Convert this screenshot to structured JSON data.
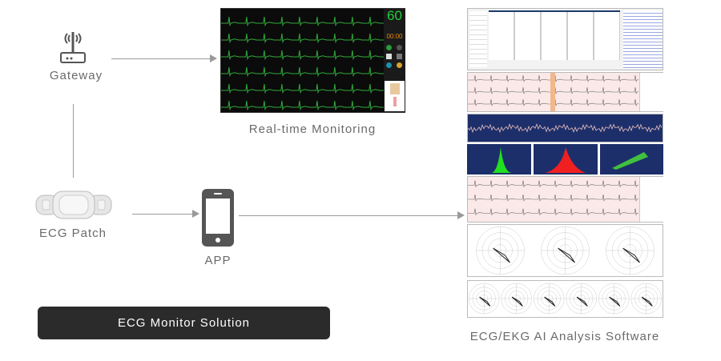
{
  "nodes": {
    "gateway": "Gateway",
    "ecg_patch": "ECG Patch",
    "app": "APP",
    "realtime": "Real-time Monitoring",
    "analysis": "ECG/EKG AI Analysis Software"
  },
  "monitor": {
    "heart_rate": "60",
    "timer": "00:00"
  },
  "solution_button": "ECG Monitor Solution",
  "colors": {
    "trace": "#2faa3a",
    "hr": "#1fd13a",
    "timer": "#e88a10",
    "button": "#2b2b2b"
  }
}
